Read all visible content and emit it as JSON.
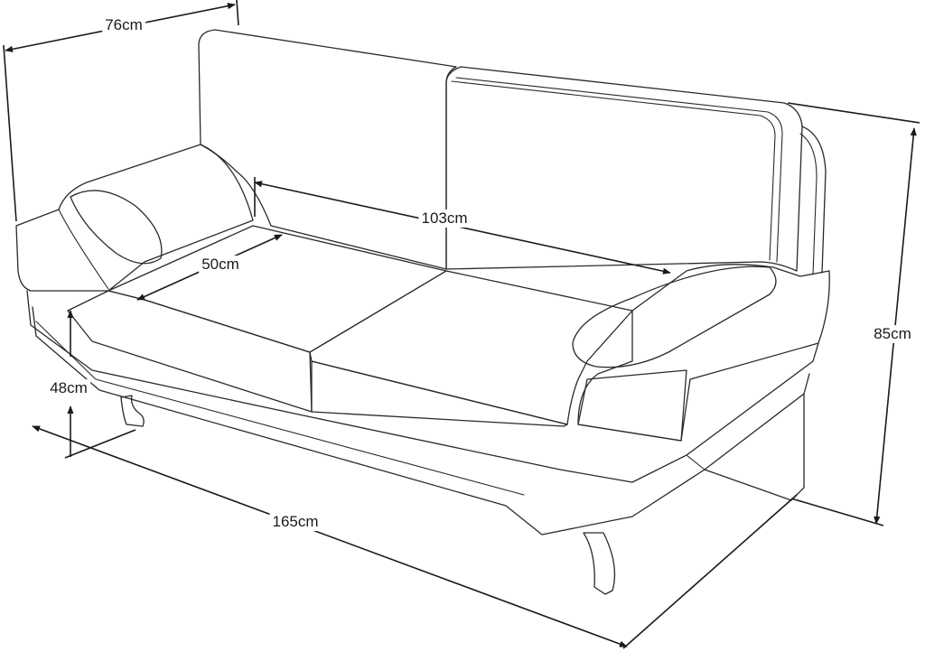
{
  "dimensions": {
    "depth": "76cm",
    "seat_width": "103cm",
    "seat_depth": "50cm",
    "height": "85cm",
    "seat_height": "48cm",
    "length": "165cm"
  },
  "colors": {
    "line": "#2a2a2a",
    "background": "#ffffff"
  }
}
